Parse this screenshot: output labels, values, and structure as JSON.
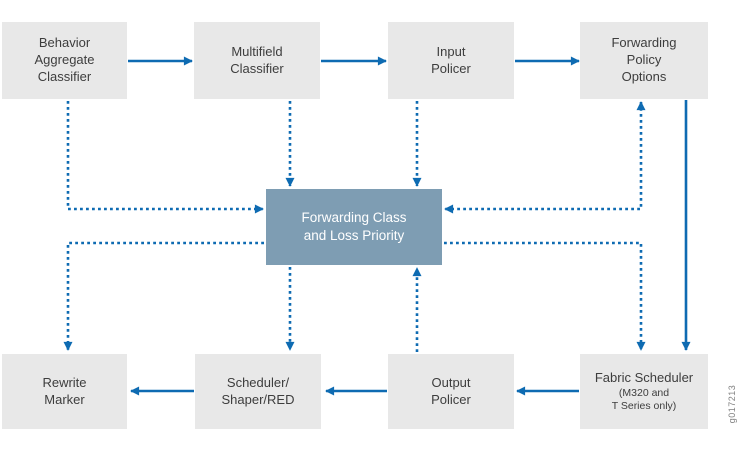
{
  "diagram": {
    "watermark": "g017213",
    "colors": {
      "node_fill": "#e8e8e8",
      "node_text": "#3d3d3d",
      "center_node_fill": "#7e9db3",
      "center_node_text": "#ffffff",
      "line_blue": "#0e6bb2",
      "watermark_gray": "#808080"
    },
    "nodes": {
      "behavior_aggregate_classifier": {
        "label": "Behavior\nAggregate\nClassifier"
      },
      "multifield_classifier": {
        "label": "Multifield\nClassifier"
      },
      "input_policer": {
        "label": "Input\nPolicer"
      },
      "forwarding_policy_options": {
        "label": "Forwarding\nPolicy\nOptions"
      },
      "forwarding_class_loss_priority": {
        "label": "Forwarding Class\nand Loss Priority"
      },
      "rewrite_marker": {
        "label": "Rewrite\nMarker"
      },
      "scheduler_shaper_red": {
        "label": "Scheduler/\nShaper/RED"
      },
      "output_policer": {
        "label": "Output\nPolicer"
      },
      "fabric_scheduler": {
        "label": "Fabric Scheduler",
        "sublabel": "(M320 and\nT Series only)"
      }
    },
    "edges": [
      {
        "from": "behavior_aggregate_classifier",
        "to": "multifield_classifier",
        "style": "solid"
      },
      {
        "from": "multifield_classifier",
        "to": "input_policer",
        "style": "solid"
      },
      {
        "from": "input_policer",
        "to": "forwarding_policy_options",
        "style": "solid"
      },
      {
        "from": "forwarding_policy_options",
        "to": "fabric_scheduler",
        "style": "solid"
      },
      {
        "from": "fabric_scheduler",
        "to": "output_policer",
        "style": "solid"
      },
      {
        "from": "output_policer",
        "to": "scheduler_shaper_red",
        "style": "solid"
      },
      {
        "from": "scheduler_shaper_red",
        "to": "rewrite_marker",
        "style": "solid"
      },
      {
        "from": "behavior_aggregate_classifier",
        "to": "forwarding_class_loss_priority",
        "style": "dotted"
      },
      {
        "from": "multifield_classifier",
        "to": "forwarding_class_loss_priority",
        "style": "dotted"
      },
      {
        "from": "input_policer",
        "to": "forwarding_class_loss_priority",
        "style": "dotted"
      },
      {
        "from": "forwarding_class_loss_priority",
        "to": "forwarding_policy_options",
        "style": "dotted",
        "bidirectional": true
      },
      {
        "from": "forwarding_class_loss_priority",
        "to": "fabric_scheduler",
        "style": "dotted"
      },
      {
        "from": "output_policer",
        "to": "forwarding_class_loss_priority",
        "style": "dotted"
      },
      {
        "from": "forwarding_class_loss_priority",
        "to": "scheduler_shaper_red",
        "style": "dotted"
      },
      {
        "from": "forwarding_class_loss_priority",
        "to": "rewrite_marker",
        "style": "dotted"
      }
    ]
  }
}
